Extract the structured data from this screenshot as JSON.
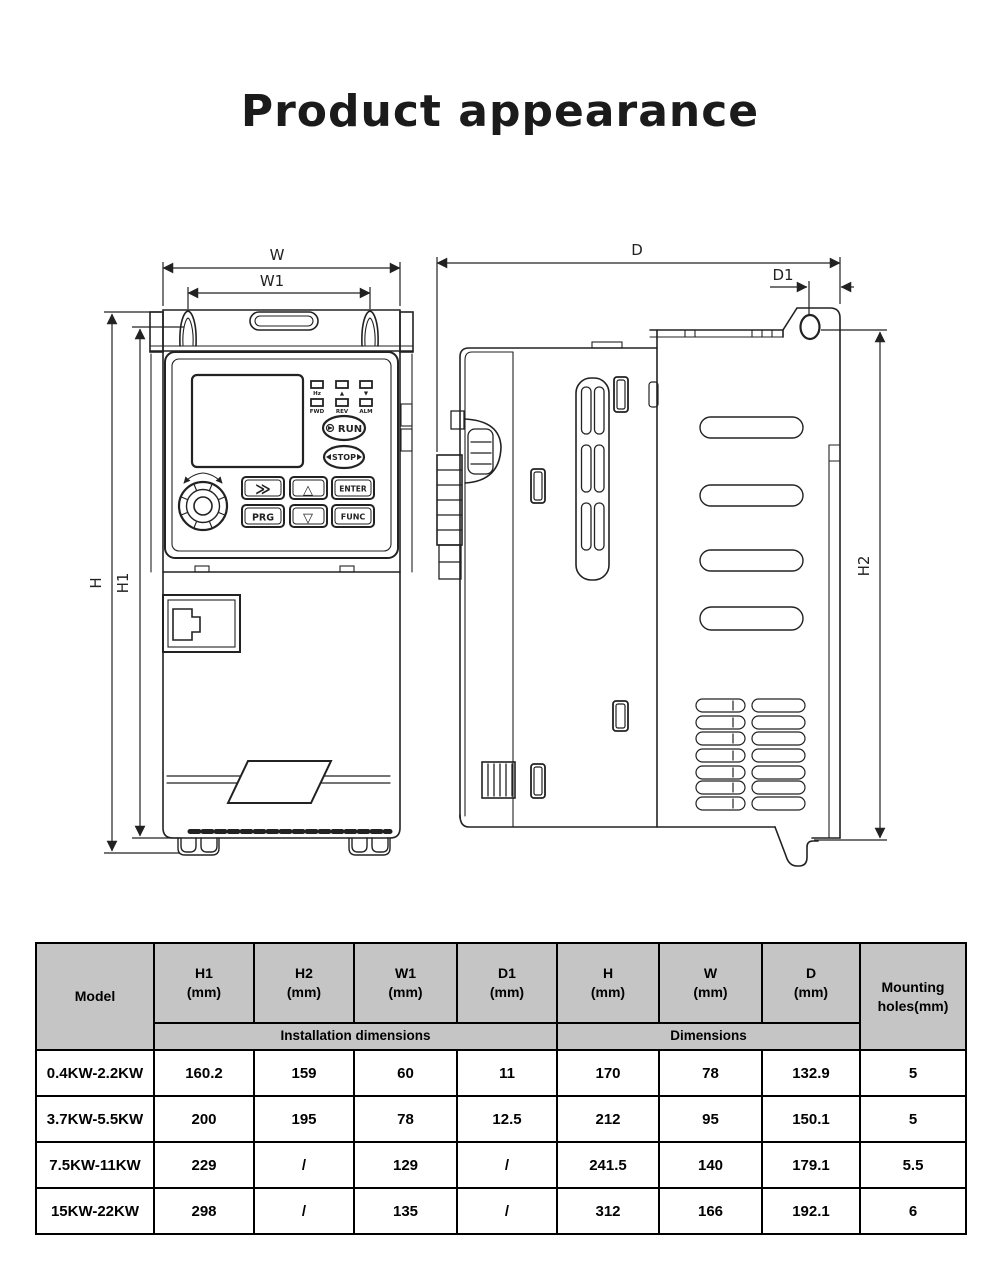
{
  "title": "Product appearance",
  "diagram": {
    "front": {
      "dims": {
        "W": "W",
        "W1": "W1",
        "H": "H",
        "H1": "H1"
      },
      "keypad": {
        "leds_top": [
          "Hz",
          "▲",
          "▼"
        ],
        "leds_bottom": [
          "FWD",
          "REV",
          "ALM"
        ],
        "run": "RUN",
        "stop": "STOP",
        "keys": [
          "≫",
          "△",
          "ENTER",
          "PRG",
          "▽",
          "FUNC"
        ]
      }
    },
    "side": {
      "dims": {
        "D": "D",
        "D1": "D1",
        "H2": "H2"
      }
    }
  },
  "table": {
    "header": {
      "model": "Model",
      "columns": [
        {
          "label": "H1",
          "unit": "(mm)"
        },
        {
          "label": "H2",
          "unit": "(mm)"
        },
        {
          "label": "W1",
          "unit": "(mm)"
        },
        {
          "label": "D1",
          "unit": "(mm)"
        },
        {
          "label": "H",
          "unit": "(mm)"
        },
        {
          "label": "W",
          "unit": "(mm)"
        },
        {
          "label": "D",
          "unit": "(mm)"
        }
      ],
      "group_installation": "Installation dimensions",
      "group_dimensions": "Dimensions",
      "mounting": "Mounting holes(mm)"
    },
    "rows": [
      {
        "model": "0.4KW-2.2KW",
        "values": [
          "160.2",
          "159",
          "60",
          "11",
          "170",
          "78",
          "132.9",
          "5"
        ]
      },
      {
        "model": "3.7KW-5.5KW",
        "values": [
          "200",
          "195",
          "78",
          "12.5",
          "212",
          "95",
          "150.1",
          "5"
        ]
      },
      {
        "model": "7.5KW-11KW",
        "values": [
          "229",
          "/",
          "129",
          "/",
          "241.5",
          "140",
          "179.1",
          "5.5"
        ]
      },
      {
        "model": "15KW-22KW",
        "values": [
          "298",
          "/",
          "135",
          "/",
          "312",
          "166",
          "192.1",
          "6"
        ]
      }
    ]
  }
}
